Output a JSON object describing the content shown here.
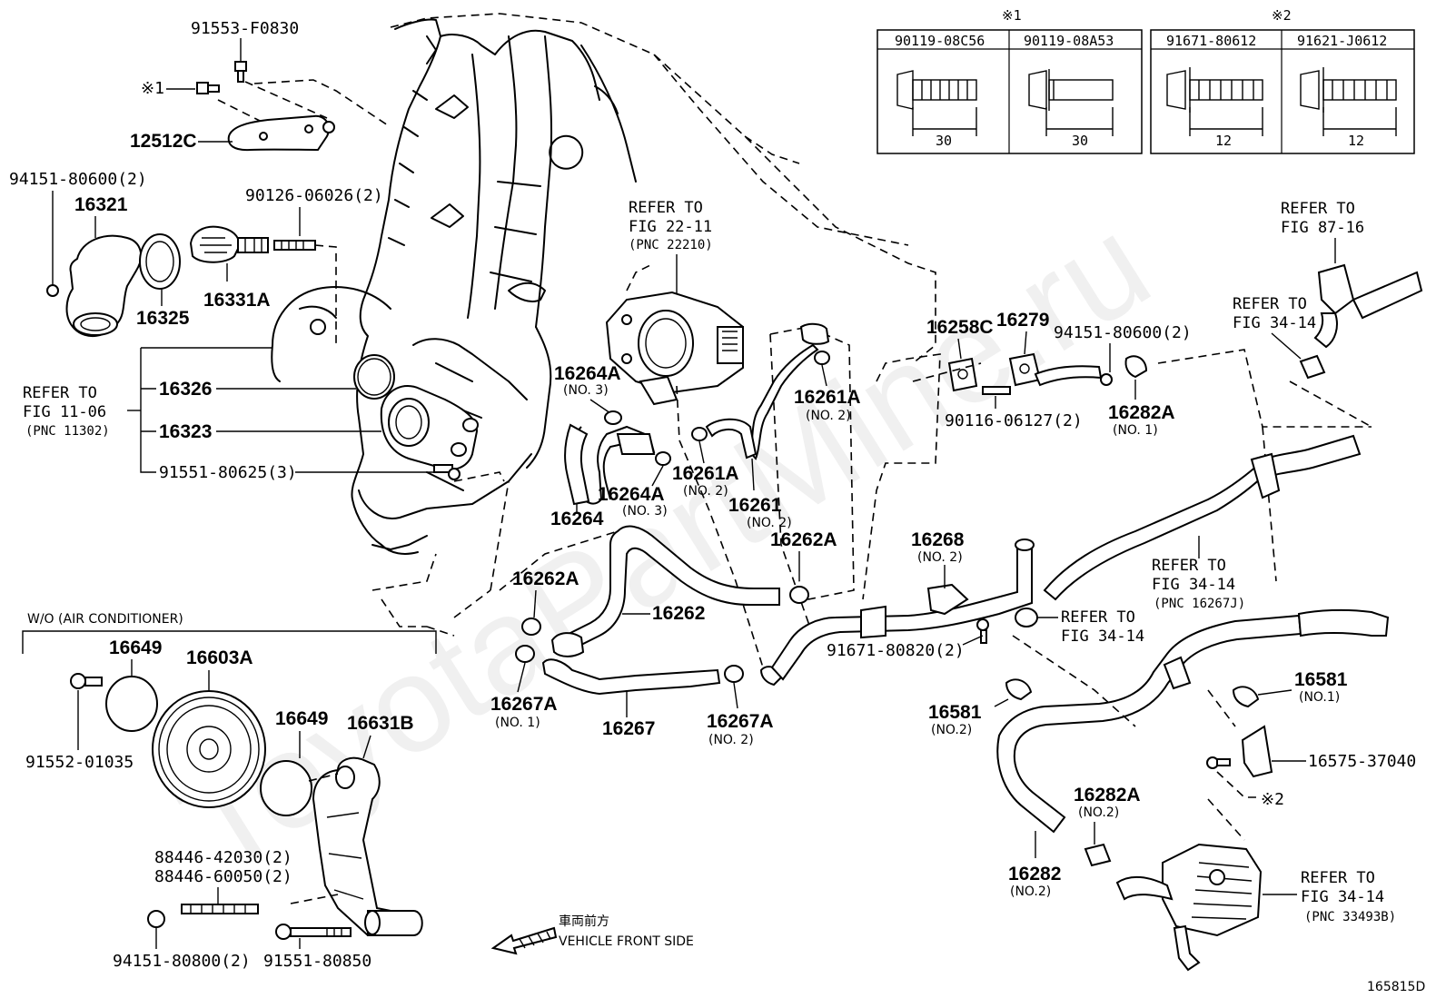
{
  "watermark": "ToyotaPartMine.ru",
  "diagram_id": "165815D",
  "front_side": {
    "jp": "車両前方",
    "en": "VEHICLE FRONT SIDE"
  },
  "bolt_table": {
    "groups": [
      {
        "mark": "※1",
        "cols": [
          {
            "pn": "90119-08C56",
            "len": "30"
          },
          {
            "pn": "90119-08A53",
            "len": "30"
          }
        ]
      },
      {
        "mark": "※2",
        "cols": [
          {
            "pn": "91671-80612",
            "len": "12"
          },
          {
            "pn": "91621-J0612",
            "len": "12"
          }
        ]
      }
    ]
  },
  "section_label": "W/O (AIR CONDITIONER)",
  "labels": {
    "p91553": "91553-F0830",
    "mark1": "※1",
    "p12512C": "12512C",
    "p94151_a": "94151-80600(2)",
    "p16321": "16321",
    "p90126": "90126-06026(2)",
    "p16325": "16325",
    "p16331A": "16331A",
    "p16326": "16326",
    "p16323": "16323",
    "p91551_625": "91551-80625(3)",
    "p16264A_1": "16264A",
    "p16264A_1n": "(NO. 3)",
    "p16264A_2": "16264A",
    "p16264A_2n": "(NO. 3)",
    "p16264": "16264",
    "p16261A_1": "16261A",
    "p16261A_1n": "(NO. 2)",
    "p16261A_2": "16261A",
    "p16261A_2n": "(NO. 2)",
    "p16261": "16261",
    "p16261n": "(NO. 2)",
    "p16262A_1": "16262A",
    "p16262A_2": "16262A",
    "p16262": "16262",
    "p16267A_1": "16267A",
    "p16267A_1n": "(NO. 1)",
    "p16267": "16267",
    "p16267A_2": "16267A",
    "p16267A_2n": "(NO. 2)",
    "p16258C": "16258C",
    "p16279": "16279",
    "p94151_b": "94151-80600(2)",
    "p90116": "90116-06127(2)",
    "p16282A_1": "16282A",
    "p16282A_1n": "(NO. 1)",
    "p16268": "16268",
    "p16268n": "(NO. 2)",
    "p91671": "91671-80820(2)",
    "p16581_1": "16581",
    "p16581_1n": "(NO.1)",
    "p16581_2": "16581",
    "p16581_2n": "(NO.2)",
    "p16575": "16575-37040",
    "mark2": "※2",
    "p16282A_2": "16282A",
    "p16282A_2n": "(NO.2)",
    "p16282": "16282",
    "p16282n": "(NO.2)",
    "p16649_1": "16649",
    "p16603A": "16603A",
    "p16649_2": "16649",
    "p16631B": "16631B",
    "p91552": "91552-01035",
    "p88446_a": "88446-42030(2)",
    "p88446_b": "88446-60050(2)",
    "p94151_c": "94151-80800(2)",
    "p91551_850": "91551-80850"
  },
  "refs": {
    "throttle": {
      "l1": "REFER TO",
      "l2": "FIG 22-11",
      "l3": "(PNC 22210)"
    },
    "fig11": {
      "l1": "REFER TO",
      "l2": "FIG 11-06",
      "l3": "(PNC 11302)"
    },
    "fig87": {
      "l1": "REFER TO",
      "l2": "FIG 87-16"
    },
    "fig34a": {
      "l1": "REFER TO",
      "l2": "FIG 34-14"
    },
    "fig34b": {
      "l1": "REFER TO",
      "l2": "FIG 34-14"
    },
    "fig34c": {
      "l1": "REFER TO",
      "l2": "FIG 34-14",
      "l3": "(PNC 16267J)"
    },
    "fig34d": {
      "l1": "REFER TO",
      "l2": "FIG 34-14",
      "l3": "(PNC 33493B)"
    }
  }
}
